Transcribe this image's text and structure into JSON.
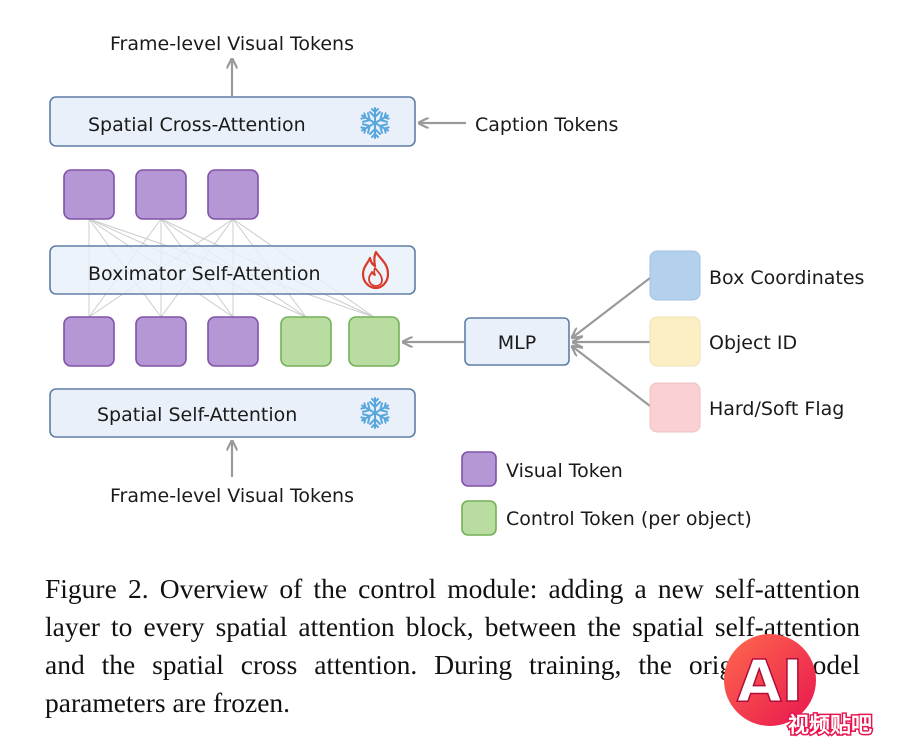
{
  "diagram": {
    "top_output_label": "Frame-level Visual Tokens",
    "bottom_input_label": "Frame-level Visual Tokens",
    "cross_attention_label": "Spatial Cross-Attention",
    "caption_tokens_label": "Caption Tokens",
    "boximator_label": "Boximator Self-Attention",
    "self_attention_label": "Spatial Self-Attention",
    "mlp_label": "MLP",
    "inputs": [
      {
        "label": "Box Coordinates",
        "color": "#b3d0ec"
      },
      {
        "label": "Object ID",
        "color": "#fcefc3"
      },
      {
        "label": "Hard/Soft Flag",
        "color": "#fbd0d2"
      }
    ],
    "legend": [
      {
        "label": "Visual Token",
        "color": "#b497d4"
      },
      {
        "label": "Control Token (per object)",
        "color": "#b9dca1"
      }
    ],
    "colors": {
      "visual_token": "#b497d4",
      "control_token": "#b9dca1",
      "block_fill": "#e9f0fa",
      "snowflake": "#58a7dc",
      "flame": "#d83a2a"
    },
    "frozen_icon": "snowflake-icon",
    "trainable_icon": "flame-icon"
  },
  "caption": {
    "text": "Figure 2.  Overview of the control module: adding a new self-attention layer to every spatial attention block, between the spatial self-attention and the spatial cross attention. During training, the original model parameters are frozen."
  },
  "watermark": {
    "logo_text": "AI",
    "sub_text": "视频贴吧"
  }
}
